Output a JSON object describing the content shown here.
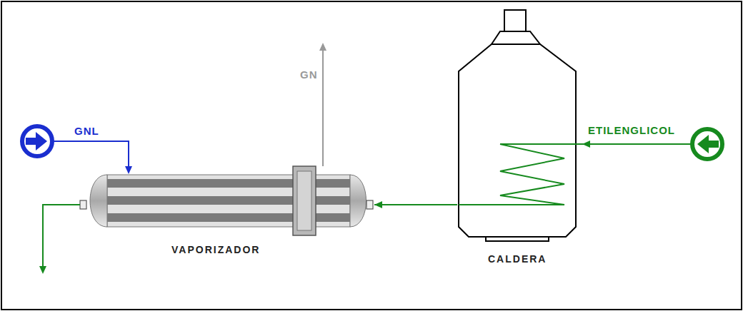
{
  "diagram": {
    "nodes": [
      {
        "text": [
          "VAPORIZADOR"
        ]
      },
      {
        "text": [
          "CALDERA"
        ]
      }
    ],
    "edges": [
      {
        "from": 1,
        "to": 0,
        "arrow": "to"
      }
    ],
    "labels": [
      "GNL",
      "GN",
      "ETILENGLICOL"
    ]
  }
}
